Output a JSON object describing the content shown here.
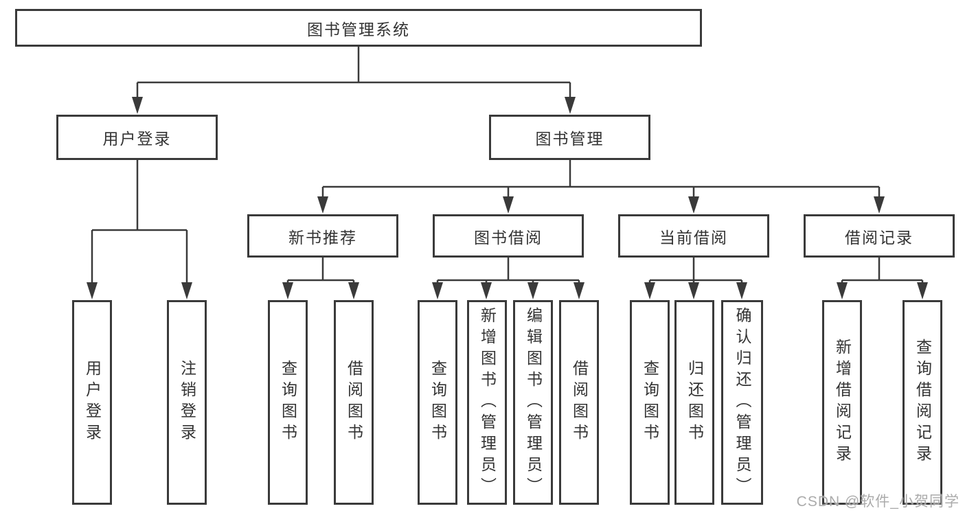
{
  "diagram": {
    "title": "图书管理系统",
    "branches": [
      {
        "label": "用户登录",
        "leaves": [
          {
            "label": "用户登录"
          },
          {
            "label": "注销登录"
          }
        ]
      },
      {
        "label": "图书管理",
        "sections": [
          {
            "label": "新书推荐",
            "leaves": [
              {
                "label": "查询图书"
              },
              {
                "label": "借阅图书"
              }
            ]
          },
          {
            "label": "图书借阅",
            "leaves": [
              {
                "label": "查询图书"
              },
              {
                "label": "新增图书（管理员）"
              },
              {
                "label": "编辑图书（管理员）"
              },
              {
                "label": "借阅图书"
              }
            ]
          },
          {
            "label": "当前借阅",
            "leaves": [
              {
                "label": "查询图书"
              },
              {
                "label": "归还图书"
              },
              {
                "label": "确认归还（管理员）"
              }
            ]
          },
          {
            "label": "借阅记录",
            "leaves": [
              {
                "label": "新增借阅记录"
              },
              {
                "label": "查询借阅记录"
              }
            ]
          }
        ]
      }
    ],
    "watermark": "CSDN @软件_小贺同学",
    "colors": {
      "line": "#3a3a3a",
      "text": "#333333",
      "background": "#ffffff",
      "watermark": "#a2a2a2"
    }
  }
}
